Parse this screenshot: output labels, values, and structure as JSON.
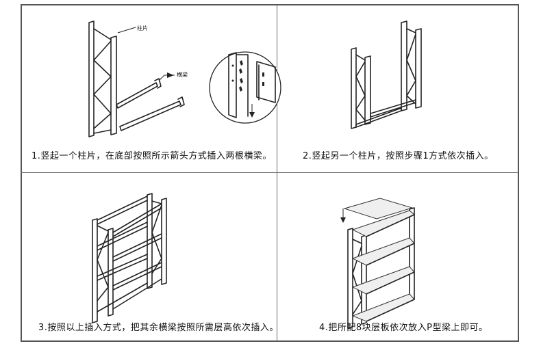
{
  "steps": [
    {
      "caption": "1.竖起一个柱片，在底部按照所示箭头方式插入两根横梁。",
      "labels": {
        "upright": "柱片",
        "beam": "横梁"
      }
    },
    {
      "caption": "2.竖起另一个柱片，按照步骤1方式依次插入。"
    },
    {
      "caption": "3.按照以上插入方式，把其余横梁按照所需层高依次插入。"
    },
    {
      "caption": "4.把所配8块层板依次放入P型梁上即可。"
    }
  ]
}
